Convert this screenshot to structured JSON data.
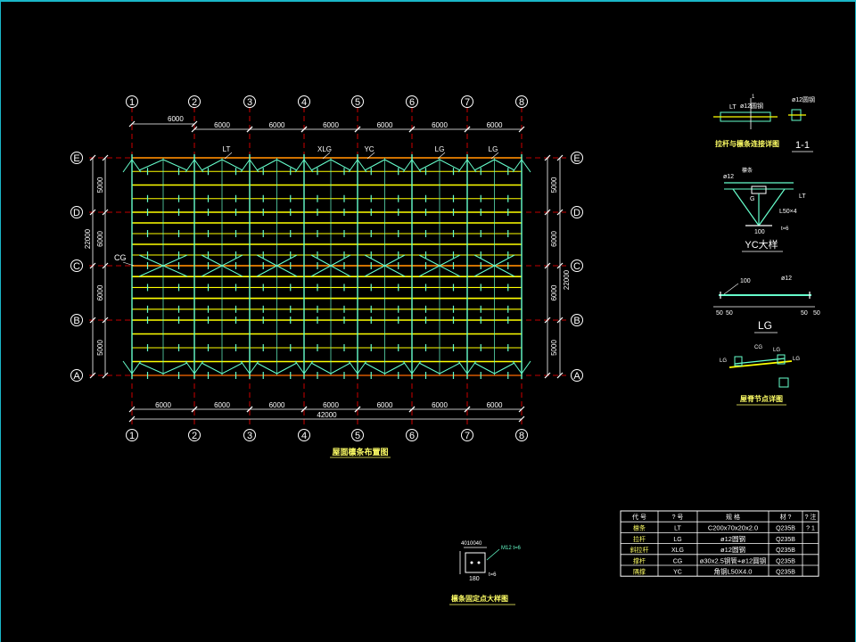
{
  "colors": {
    "background": "#000000",
    "frame": "#1ab7c8",
    "purlin": "#ffff00",
    "rafter": "#ff6a00",
    "brace": "#66ffcc",
    "dimension": "#ffffff",
    "grid_line": "#ff0000"
  },
  "plan": {
    "col_axes": [
      "1",
      "2",
      "3",
      "4",
      "5",
      "6",
      "7",
      "8"
    ],
    "row_axes": [
      "E",
      "D",
      "C",
      "B",
      "A"
    ],
    "top_first_dim": "6000",
    "top_dims": [
      "6000",
      "6000",
      "6000",
      "6000",
      "6000",
      "6000"
    ],
    "bottom_dims": [
      "6000",
      "6000",
      "6000",
      "6000",
      "6000",
      "6000",
      "6000"
    ],
    "total_length": "42000",
    "left_dims": [
      "5000",
      "6000",
      "6000",
      "5000"
    ],
    "right_dims": [
      "5000",
      "6000",
      "6000",
      "5000"
    ],
    "total_width": "22000",
    "member_labels": [
      "LT",
      "XLG",
      "YC",
      "LG",
      "LG"
    ],
    "ridge_label": "CG",
    "caption": "屋面檩条布置图"
  },
  "detail_1": {
    "caption": "拉杆与檩条连接详图",
    "section_mark": "1-1",
    "labels": [
      "LT",
      "ø12圆钢",
      "1"
    ]
  },
  "detail_yc": {
    "caption": "YC大样",
    "labels": [
      "ø12",
      "檩条",
      "LT",
      "G",
      "L50×4",
      "100",
      "t=6"
    ]
  },
  "detail_lg": {
    "caption": "LG",
    "labels": [
      "100",
      "ø12",
      "50",
      "50",
      "50",
      "50"
    ]
  },
  "detail_ridge": {
    "caption": "屋脊节点详图",
    "labels": [
      "CG",
      "LG",
      "LG",
      "LG"
    ]
  },
  "detail_anchor": {
    "caption": "檩条固定点大样图",
    "labels": [
      "40",
      "100",
      "40",
      "180",
      "t=6"
    ]
  },
  "table": {
    "headers": [
      "代 号",
      "? 号",
      "规 格",
      "材 ?",
      "? 注"
    ],
    "rows": [
      [
        "檩条",
        "LT",
        "C200x70x20x2.0",
        "Q235B",
        "? 1"
      ],
      [
        "拉杆",
        "LG",
        "ø12圆钢",
        "Q235B",
        ""
      ],
      [
        "斜拉杆",
        "XLG",
        "ø12圆钢",
        "Q235B",
        ""
      ],
      [
        "撑杆",
        "CG",
        "ø30x2.5钢管+ø12圆钢",
        "Q235B",
        ""
      ],
      [
        "隅撑",
        "YC",
        "角钢L50X4.0",
        "Q235B",
        ""
      ]
    ]
  }
}
